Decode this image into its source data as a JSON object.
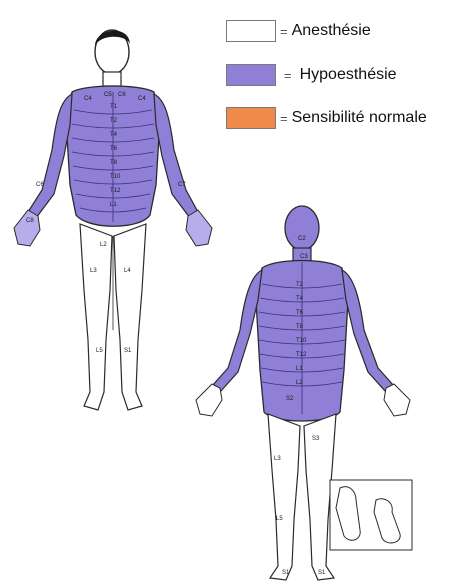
{
  "legend": [
    {
      "label": "Anesthésie",
      "color": "#ffffff",
      "eq": "="
    },
    {
      "label": "Hypoesthésie",
      "color": "#8f7fd6",
      "eq": "="
    },
    {
      "label": "Sensibilité normale",
      "color": "#f08a4b",
      "eq": "="
    }
  ],
  "colors": {
    "hypo": "#8f7fd6",
    "hypo_light": "#b7adea",
    "outline": "#2a2a2a",
    "hair": "#1a1a1a"
  },
  "front_labels": [
    "C4",
    "C4",
    "C5",
    "C6",
    "T1",
    "T2",
    "T4",
    "T6",
    "T8",
    "T10",
    "T12",
    "L1",
    "L2",
    "L3",
    "L4",
    "L5",
    "S1",
    "C6",
    "C7",
    "C8"
  ],
  "back_labels": [
    "C2",
    "C3",
    "T2",
    "T4",
    "T6",
    "T8",
    "T10",
    "T12",
    "L1",
    "L2",
    "S2",
    "S3",
    "L3",
    "L5",
    "S1",
    "S1"
  ]
}
